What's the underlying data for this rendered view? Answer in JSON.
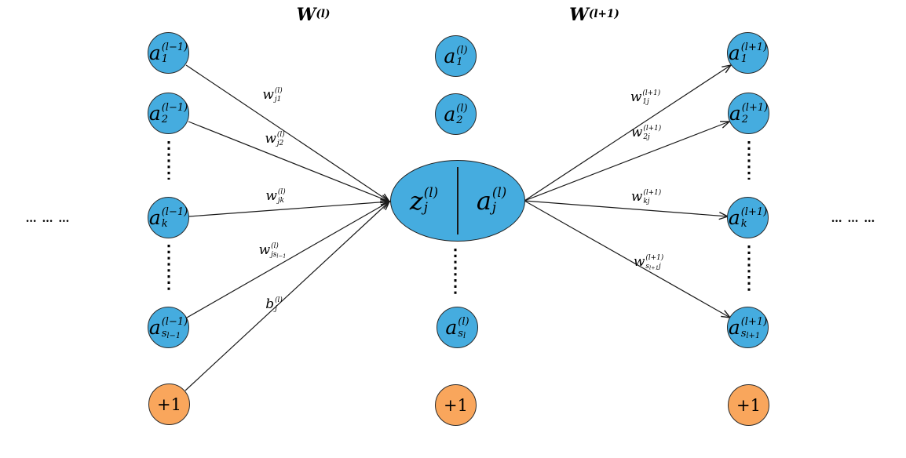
{
  "colors": {
    "node_blue": "#45ACDF",
    "node_orange": "#F9A65C",
    "node_outline": "#2B2B2B",
    "line": "#1A1A1A"
  },
  "titles": {
    "left": {
      "base": "W",
      "sup": "(l)"
    },
    "right": {
      "base": "W",
      "sup": "(l+1)"
    }
  },
  "side_ellipsis": {
    "left": "… … …",
    "right": "… … …"
  },
  "left_layer": {
    "node1": {
      "base": "a",
      "sup": "(l−1)",
      "sub": "1"
    },
    "node2": {
      "base": "a",
      "sup": "(l−1)",
      "sub": "2"
    },
    "nodek": {
      "base": "a",
      "sup": "(l−1)",
      "sub": "k"
    },
    "nodes": {
      "base": "a",
      "sup": "(l−1)",
      "sub": "s",
      "subsub": "l−1"
    },
    "bias": "+1"
  },
  "middle_layer": {
    "node1": {
      "base": "a",
      "sup": "(l)",
      "sub": "1"
    },
    "node2": {
      "base": "a",
      "sup": "(l)",
      "sub": "2"
    },
    "z": {
      "base": "z",
      "sup": "(l)",
      "sub": "j"
    },
    "a": {
      "base": "a",
      "sup": "(l)",
      "sub": "j"
    },
    "nodes": {
      "base": "a",
      "sup": "(l)",
      "sub": "s",
      "subsub": "l"
    },
    "bias": "+1"
  },
  "right_layer": {
    "node1": {
      "base": "a",
      "sup": "(l+1)",
      "sub": "1"
    },
    "node2": {
      "base": "a",
      "sup": "(l+1)",
      "sub": "2"
    },
    "nodek": {
      "base": "a",
      "sup": "(l+1)",
      "sub": "k"
    },
    "nodes": {
      "base": "a",
      "sup": "(l+1)",
      "sub": "s",
      "subsub": "l+1"
    },
    "bias": "+1"
  },
  "weights_left": {
    "w1": {
      "base": "w",
      "sup": "(l)",
      "sub": "j1"
    },
    "w2": {
      "base": "w",
      "sup": "(l)",
      "sub": "j2"
    },
    "wk": {
      "base": "w",
      "sup": "(l)",
      "sub": "jk"
    },
    "ws": {
      "base": "w",
      "sup": "(l)",
      "sub": "js",
      "subsub": "l−1"
    },
    "b": {
      "base": "b",
      "sup": "(l)",
      "sub": "j"
    }
  },
  "weights_right": {
    "w1": {
      "base": "w",
      "sup": "(l+1)",
      "sub": "1j"
    },
    "w2": {
      "base": "w",
      "sup": "(l+1)",
      "sub": "2j"
    },
    "wk": {
      "base": "w",
      "sup": "(l+1)",
      "sub": "kj"
    },
    "ws": {
      "base": "w",
      "sup": "(l+1)",
      "sub": "s",
      "subsub": "l+1",
      "sub2": "j"
    }
  }
}
